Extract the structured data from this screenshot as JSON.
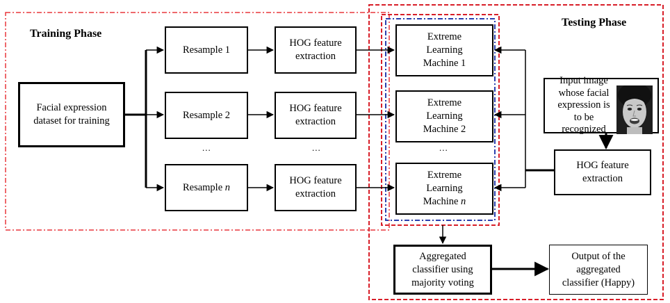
{
  "training_phase": {
    "title": "Training Phase"
  },
  "testing_phase": {
    "title": "Testing Phase"
  },
  "dataset": {
    "line1": "Facial expression",
    "line2": "dataset for training"
  },
  "resamples": [
    {
      "prefix": "Resample ",
      "suffix": "1"
    },
    {
      "prefix": "Resample ",
      "suffix": "2"
    },
    {
      "prefix": "Resample ",
      "suffix": "n"
    }
  ],
  "hog": {
    "line1": "HOG feature",
    "line2": "extraction"
  },
  "elm": [
    {
      "line1": "Extreme",
      "line2": "Learning",
      "line3_prefix": "Machine ",
      "line3_suffix": "1"
    },
    {
      "line1": "Extreme",
      "line2": "Learning",
      "line3_prefix": "Machine ",
      "line3_suffix": "2"
    },
    {
      "line1": "Extreme",
      "line2": "Learning",
      "line3_prefix": "Machine ",
      "line3_suffix": "n"
    }
  ],
  "ellipsis": "...",
  "input_image": {
    "line1": "Input image",
    "line2": "whose facial",
    "line3": "expression is",
    "line4": "to be",
    "line5": "recognized"
  },
  "test_hog": {
    "line1": "HOG feature",
    "line2": "extraction"
  },
  "aggregator": {
    "line1": "Aggregated",
    "line2": "classifier using",
    "line3": "majority voting"
  },
  "output": {
    "line1": "Output of the",
    "line2": "aggregated",
    "line3": "classifier (Happy)"
  },
  "colors": {
    "training_border": "#e8363c",
    "testing_border": "#d81e28",
    "ensemble_outer": "#d81e28",
    "ensemble_inner": "#2a3fae"
  }
}
